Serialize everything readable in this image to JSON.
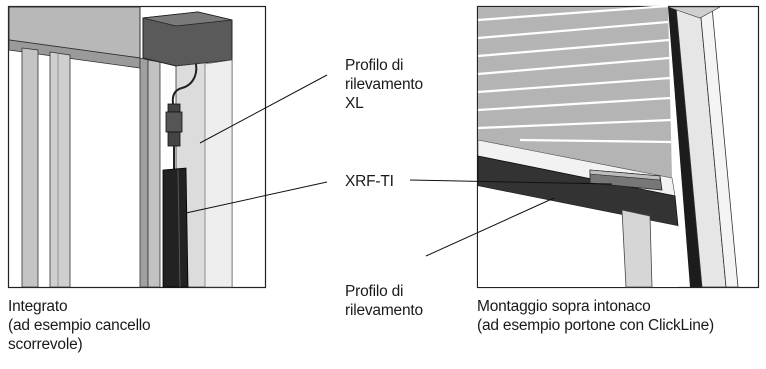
{
  "labels": {
    "profile_xl": "Profilo di\nrilevamento\nXL",
    "xrf_ti": "XRF-TI",
    "profile": "Profilo di\nrilevamento"
  },
  "captions": {
    "left": "Integrato\n(ad esempio cancello\nscorrevole)",
    "right": "Montaggio sopra intonaco\n(ad esempio portone con ClickLine)"
  }
}
